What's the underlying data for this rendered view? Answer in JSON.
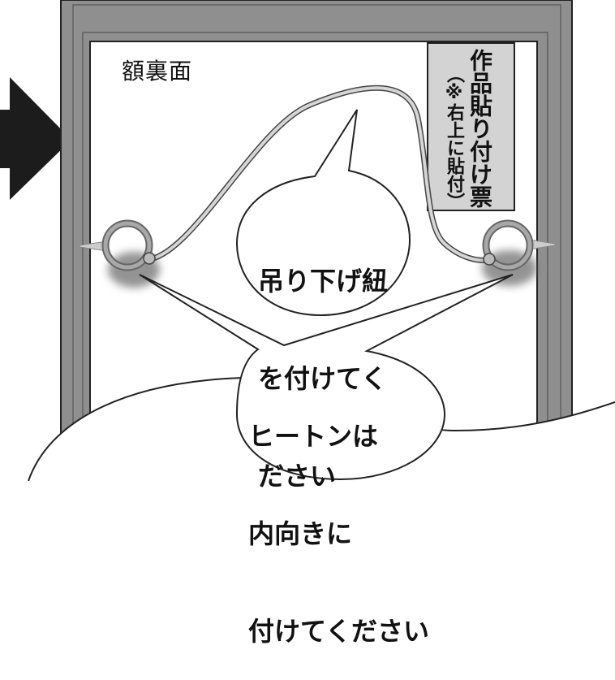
{
  "frame_back_label": "額裏面",
  "slip": {
    "title": "作品貼り付け票",
    "note": "（※右上に貼付）"
  },
  "cord_bubble": {
    "lines": [
      "吊り下げ紐",
      "を付けてく",
      "ださい"
    ]
  },
  "hook_bubble": {
    "lines": [
      "ヒートンは",
      "内向きに",
      "付けてください"
    ]
  },
  "colors": {
    "frame_fill": "#8f8f8f",
    "slip_fill": "#d3d3d3",
    "arrow_fill": "#1c1c1c",
    "cord": "#bdbdbd",
    "ring": "#9a9a9a"
  }
}
